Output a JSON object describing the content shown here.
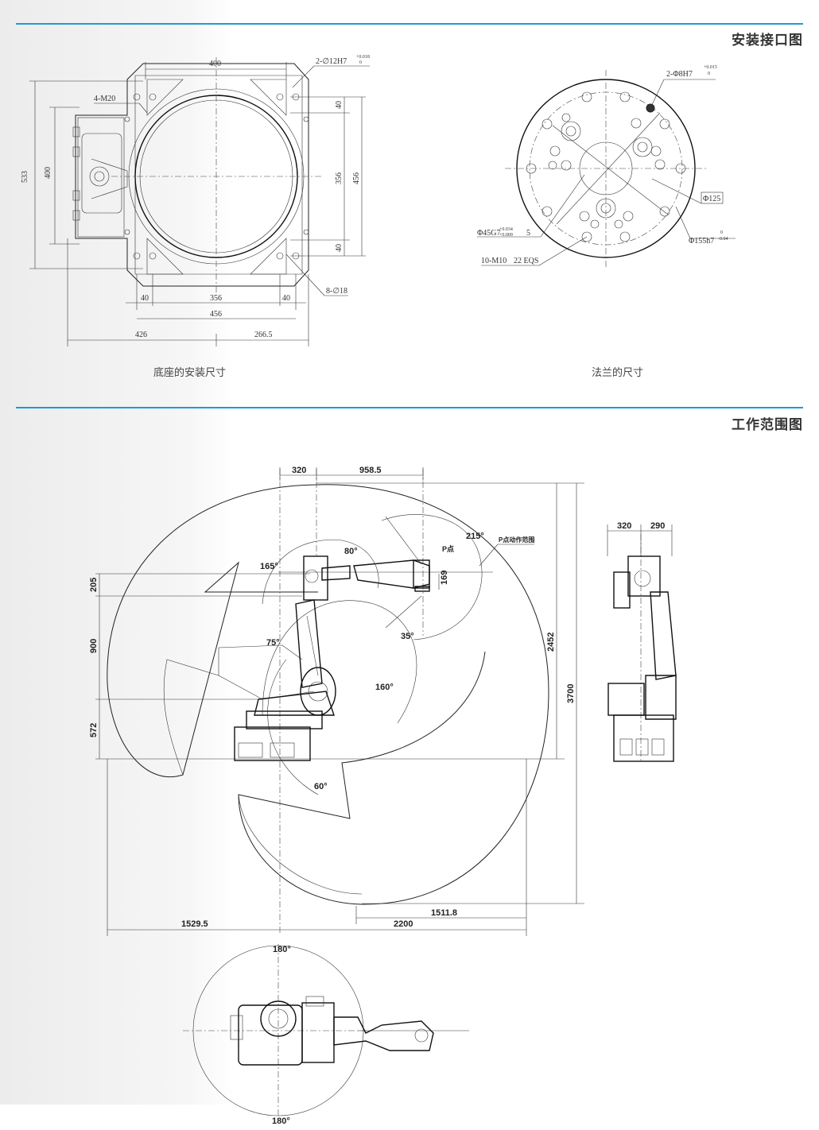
{
  "section1": {
    "title": "安装接口图",
    "base_caption": "底座的安装尺寸",
    "flange_caption": "法兰的尺寸",
    "base_dims": {
      "d400_top": "400",
      "pin_note": "2-∅12H7",
      "pin_tol_hi": "+0.018",
      "pin_tol_lo": "0",
      "m20": "4-M20",
      "d533": "533",
      "d400_left": "400",
      "d40_top": "40",
      "d356_right": "356",
      "d456_right": "456",
      "d40_bottom": "40",
      "hole_note": "8-∅18",
      "b40_left": "40",
      "b356": "356",
      "b40_right": "40",
      "b456": "456",
      "b426": "426",
      "b266": "266.5"
    },
    "flange_dims": {
      "pin_note": "2-Φ8H7",
      "pin_tol_hi": "+0.015",
      "pin_tol_lo": "0",
      "d125": "Φ125",
      "bore_note": "Φ45G7",
      "bore_tol_hi": "+0.034",
      "bore_tol_lo": "+0.009",
      "bore_depth": "5",
      "od_note": "Φ155h7",
      "od_tol_hi": "0",
      "od_tol_lo": "-0.04",
      "thread_note": "10-M10",
      "thread_depth": "22 EQS"
    }
  },
  "section2": {
    "title": "工作范围图",
    "dims": {
      "top_320": "320",
      "top_958": "958.5",
      "ang_215": "215°",
      "p_point": "P点",
      "p_range": "P点动作范围",
      "ang_80": "80°",
      "ang_165": "165°",
      "d169": "169",
      "ang_35": "35°",
      "ang_75": "75°",
      "ang_160": "160°",
      "ang_60": "60°",
      "d205": "205",
      "d900": "900",
      "d572": "572",
      "d2452": "2452",
      "d3700": "3700",
      "d1529": "1529.5",
      "d1511": "1511.8",
      "d2200": "2200",
      "side_320": "320",
      "side_290": "290",
      "top_ang_up": "180°",
      "top_ang_down": "180°"
    }
  }
}
